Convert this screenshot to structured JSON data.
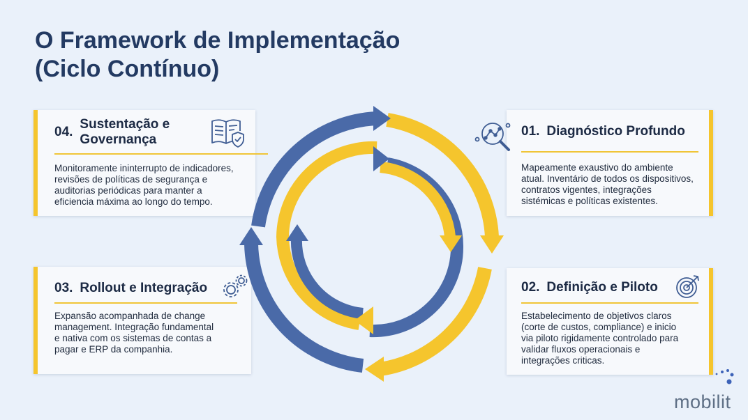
{
  "title": {
    "line1": "O Framework de Implementação",
    "line2": "(Ciclo Contínuo)"
  },
  "colors": {
    "navy": "#233a62",
    "blue_arrow": "#4a6aa8",
    "yellow_arrow": "#f5c52d",
    "accent_bar": "#f5c52d",
    "background": "#eaf1fa"
  },
  "steps": [
    {
      "number": "01.",
      "title": "Diagnóstico Profundo",
      "icon": "magnifier-analytics-icon",
      "description": [
        "Mapeamente exaustivo do ambiente",
        "atual. Inventário de todos os dispositivos,",
        "contratos vigentes, integrações",
        "sistémicas e políticas existentes."
      ]
    },
    {
      "number": "02.",
      "title": "Definição e Piloto",
      "icon": "target-icon",
      "description": [
        "Estabelecimento de objetivos claros",
        "(corte de custos, compliance) e inicio",
        "via piloto rigidamente controlado para",
        "validar fluxos operacionais e",
        "integrações criticas."
      ]
    },
    {
      "number": "03.",
      "title": "Rollout e Integração",
      "icon": "gears-icon",
      "description": [
        "Expansão acompanhada de change",
        "management. Integração fundamental",
        "e nativa com os sistemas de contas a",
        "pagar e ERP da companhia."
      ]
    },
    {
      "number": "04.",
      "title_lines": [
        "Sustentação e",
        "Governança"
      ],
      "icon": "book-shield-icon",
      "description": [
        "Monitoramente ininterrupto de indicadores,",
        "revisões de políticas de segurança e",
        "auditorias periódicas para manter a",
        "eficiencia máxima ao longo do tempo."
      ]
    }
  ],
  "brand": {
    "logo_text": "mobilit"
  }
}
